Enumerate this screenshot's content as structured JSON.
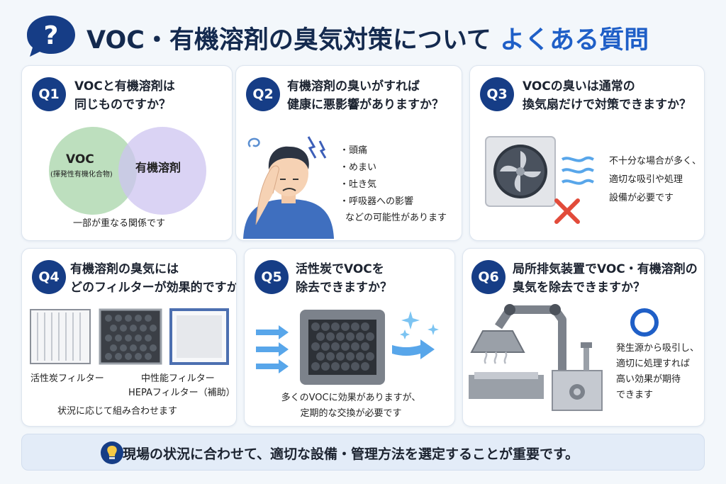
{
  "header": {
    "icon": "question-bubble-icon",
    "title_main": "VOC・有機溶剤の臭気対策について",
    "title_accent": "よくある質問",
    "accent_color": "#1f5fc7"
  },
  "cards": [
    {
      "num": "Q1",
      "question_lines": [
        "VOCと有機溶剤は",
        "同じものですか？"
      ],
      "venn_left": "VOC",
      "venn_left_sub": "(揮発性有機化合物)",
      "venn_right": "有機溶剤",
      "caption": "一部が重なる関係です"
    },
    {
      "num": "Q2",
      "question_lines": [
        "有機溶剤の臭いがすれば",
        "健康に悪影響がありますか？"
      ],
      "bullets": [
        "頭痛",
        "めまい",
        "吐き気",
        "呼吸器への影響"
      ],
      "caption": "などの可能性があります",
      "icon": "headache-person-icon"
    },
    {
      "num": "Q3",
      "question_lines": [
        "VOCの臭いは通常の",
        "換気扇だけで対策できますか？"
      ],
      "answer_lines": [
        "不十分な場合が多く、",
        "適切な吸引や処理",
        "設備が必要です"
      ],
      "icon": "ventilation-fan-icon"
    },
    {
      "num": "Q4",
      "question_lines": [
        "有機溶剤の臭気には",
        "どのフィルターが効果的ですか？"
      ],
      "filter_left": "活性炭フィルター",
      "filter_right_1": "中性能フィルター",
      "filter_right_2": "HEPAフィルター（補助）",
      "caption": "状況に応じて組み合わせます"
    },
    {
      "num": "Q5",
      "question_lines": [
        "活性炭でVOCを",
        "除去できますか？"
      ],
      "caption_lines": [
        "多くのVOCに効果がありますが、",
        "定期的な交換が必要です"
      ],
      "icon": "carbon-filter-unit-icon"
    },
    {
      "num": "Q6",
      "question_lines": [
        "局所排気装置でVOC・有機溶剤の",
        "臭気を除去できますか？"
      ],
      "answer_lines": [
        "発生源から吸引し、",
        "適切に処理すれば",
        "高い効果が期待",
        "できます"
      ],
      "icon": "local-exhaust-hood-icon"
    }
  ],
  "footer": {
    "icon": "lightbulb-icon",
    "text": "現場の状況に合わせて、適切な設備・管理方法を選定することが重要です。"
  },
  "colors": {
    "badge": "#163d86",
    "venn_green": "#bfe0c0",
    "venn_purple": "#d7d1f3",
    "cross_red": "#e24b3a",
    "circle_blue": "#1f5fc7",
    "arrow_blue": "#58a6ea"
  }
}
